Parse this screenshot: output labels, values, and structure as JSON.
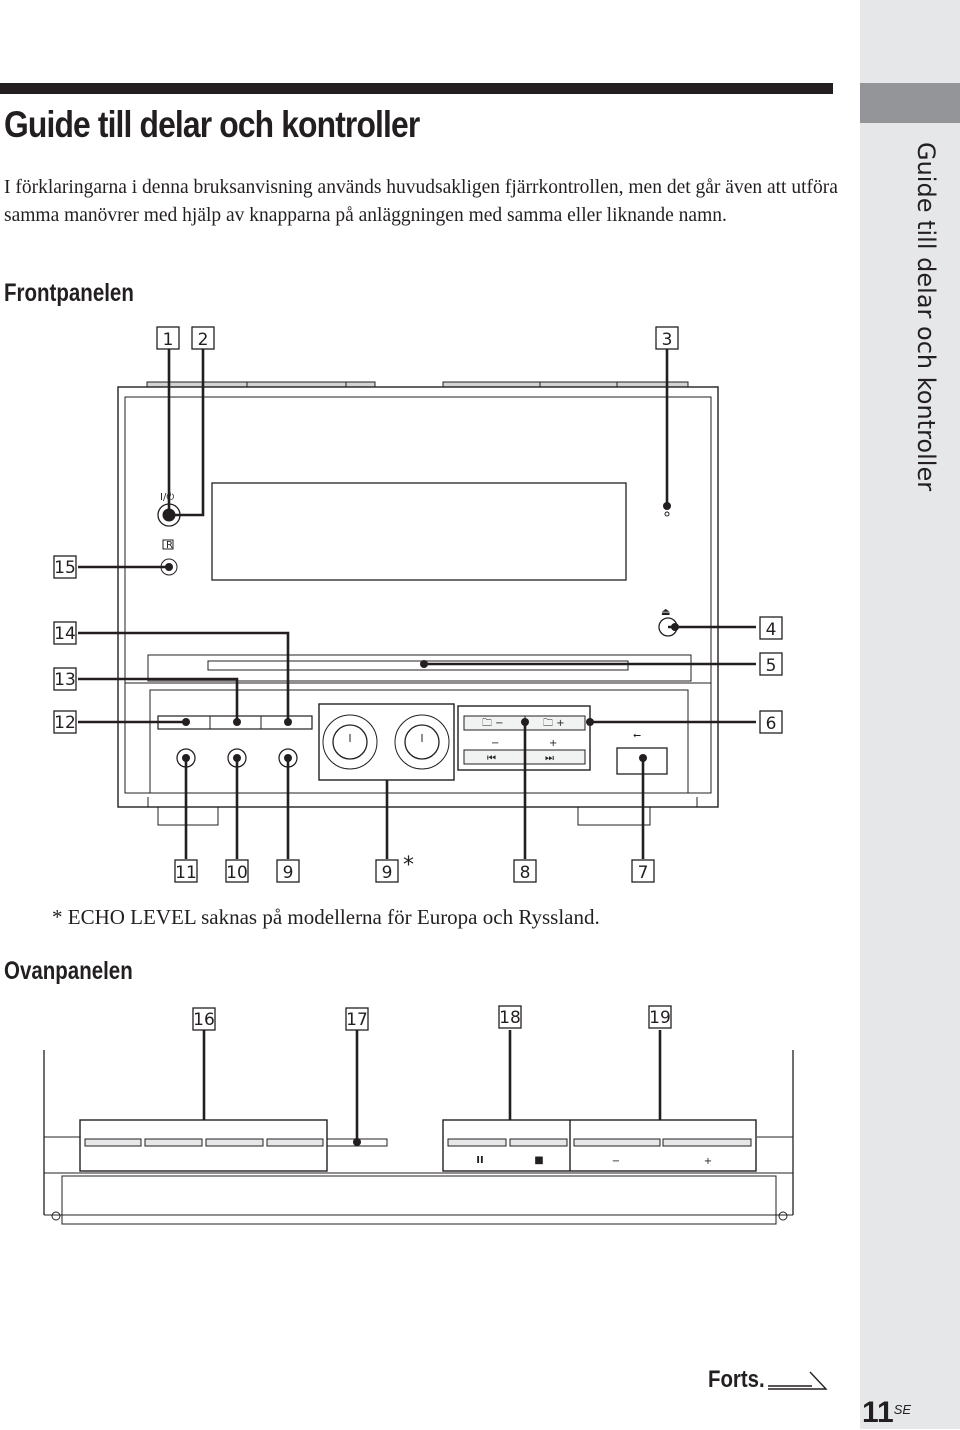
{
  "header": {
    "title": "Guide till delar och kontroller",
    "intro": "I förklaringarna i denna bruksanvisning används huvudsakligen fjärrkontrollen, men det går även att utföra samma manövrer med hjälp av knapparna på anläggningen med samma eller liknande namn."
  },
  "sections": {
    "front": "Frontpanelen",
    "top": "Ovanpanelen"
  },
  "sidebar": {
    "label": "Guide till delar och kontroller"
  },
  "front_callouts": [
    "1",
    "2",
    "3",
    "4",
    "5",
    "6",
    "7",
    "8",
    "9",
    "9",
    "10",
    "11",
    "12",
    "13",
    "14",
    "15"
  ],
  "front_device": {
    "power_label": "I/⏻",
    "folder_minus": "🗀 −",
    "folder_plus": "🗀 +",
    "minus": "−",
    "plus": "+",
    "prev": "⏮",
    "next": "⏭",
    "eject": "⏏",
    "remote_sensor": "R",
    "usb": "⭠"
  },
  "asterisk": "*",
  "footnote": "* ECHO LEVEL saknas på modellerna för Europa och Ryssland.",
  "top_callouts": [
    "16",
    "17",
    "18",
    "19"
  ],
  "top_device": {
    "pause": "II",
    "stop": "■",
    "minus": "−",
    "plus": "+"
  },
  "footer": {
    "continued": "Forts.",
    "page_number": "11",
    "page_suffix": "SE"
  }
}
